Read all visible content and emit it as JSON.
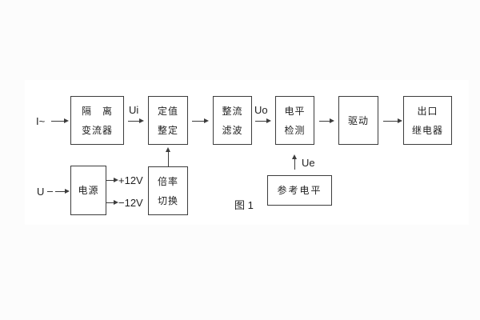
{
  "figure": {
    "caption": "图 1",
    "blocks": {
      "isolation": {
        "line1": "隔　离",
        "line2": "变流器"
      },
      "setting": {
        "line1": "定值",
        "line2": "整定"
      },
      "rectifier": {
        "line1": "整流",
        "line2": "滤波"
      },
      "level": {
        "line1": "电平",
        "line2": "检测"
      },
      "drive": {
        "label": "驱动"
      },
      "output_relay": {
        "line1": "出口",
        "line2": "继电器"
      },
      "power": {
        "label": "电源"
      },
      "ratio_switch": {
        "line1": "倍率",
        "line2": "切换"
      },
      "reference_level": {
        "label": "参考电平"
      }
    },
    "signals": {
      "input_current": "I~",
      "input_voltage": "U",
      "ui": "Ui",
      "uo": "Uo",
      "ue": "Ue",
      "plus_12v": "+12V",
      "minus_12v": "−12V"
    },
    "colors": {
      "line": "#3d3d3d",
      "text": "#1f1f1f",
      "panel": "#ffffff",
      "page": "#fcfcfc"
    }
  }
}
